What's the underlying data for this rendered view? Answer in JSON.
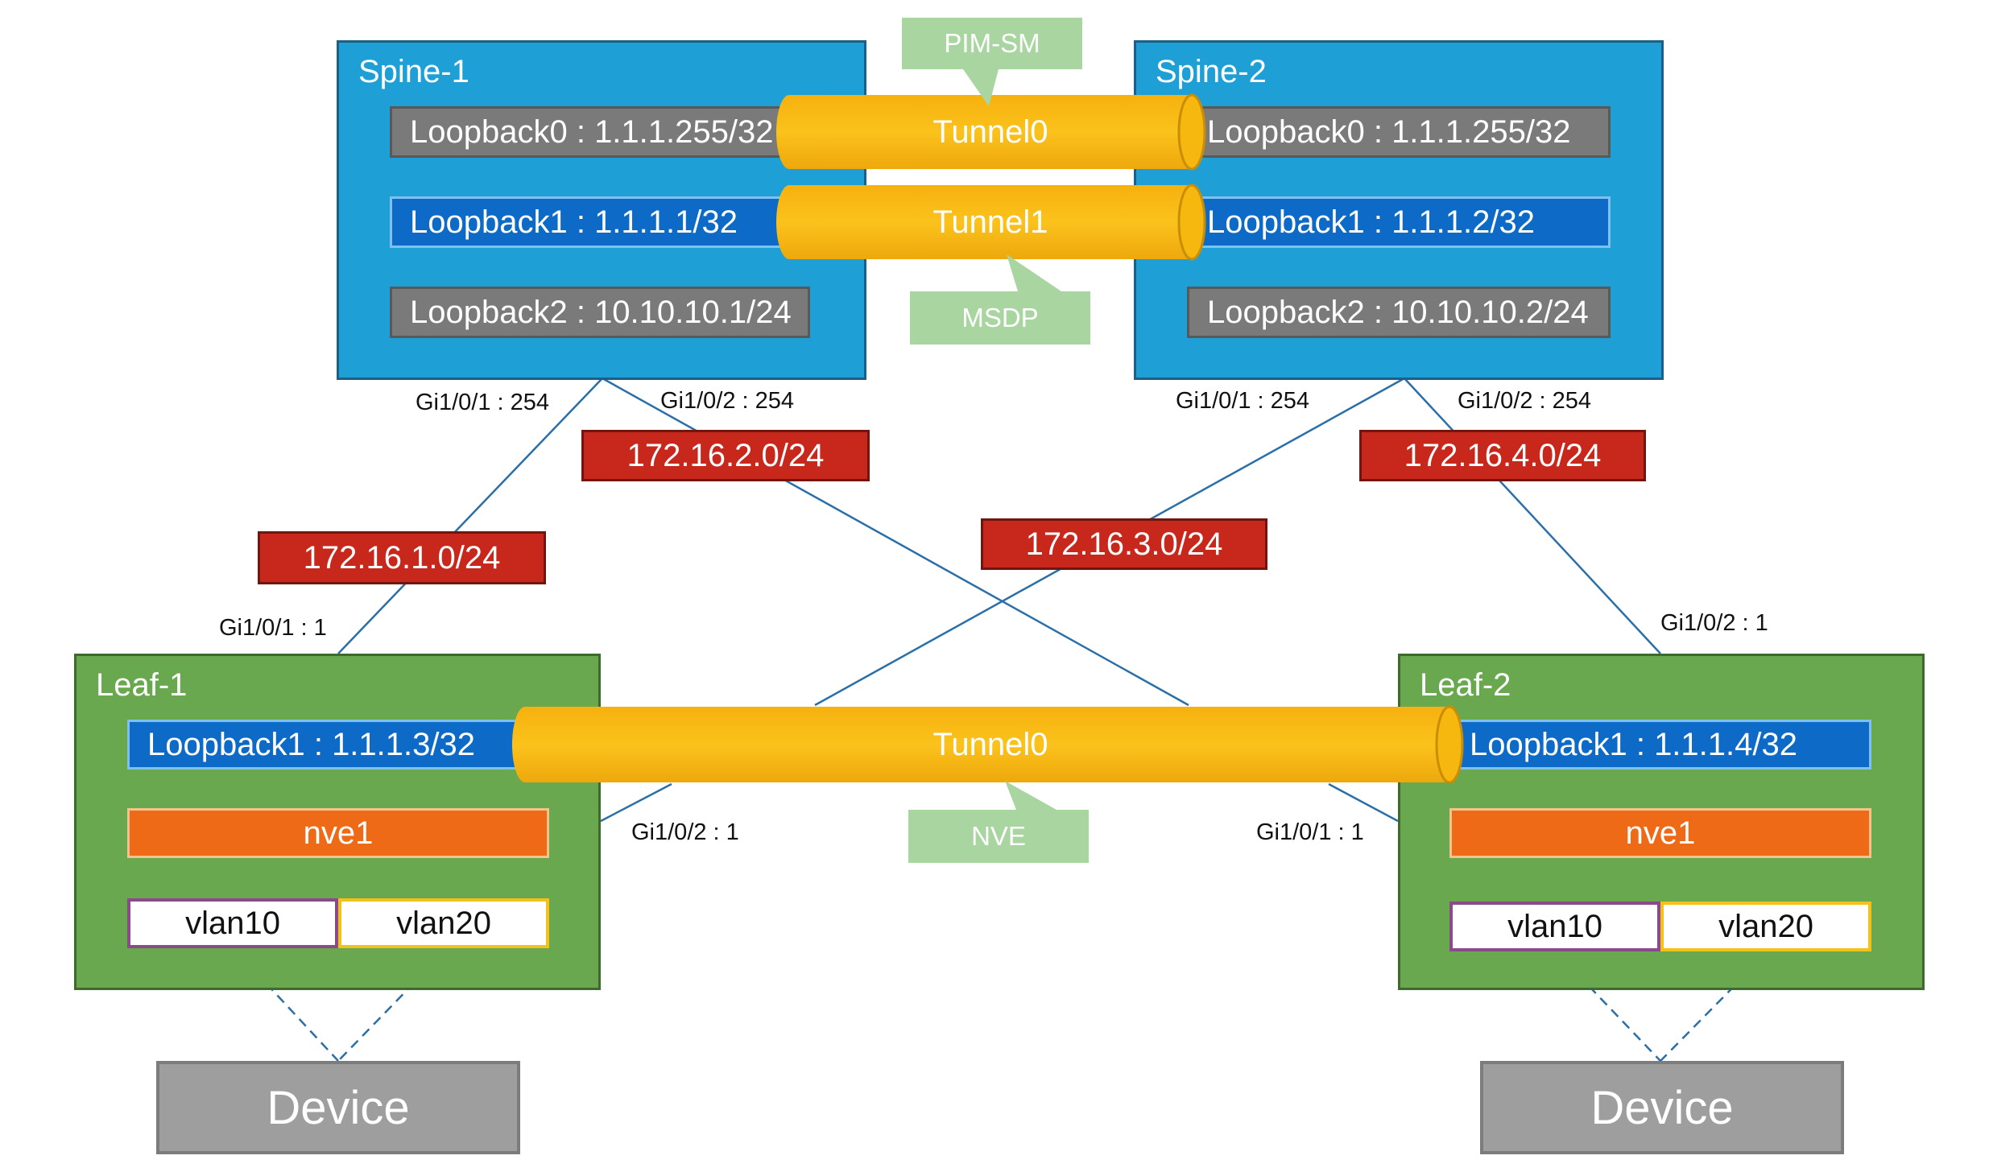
{
  "spine1": {
    "title": "Spine-1",
    "lo0": "Loopback0 : 1.1.1.255/32",
    "lo1": "Loopback1 : 1.1.1.1/32",
    "lo2": "Loopback2 : 10.10.10.1/24",
    "port_left": "Gi1/0/1 : 254",
    "port_right": "Gi1/0/2 : 254"
  },
  "spine2": {
    "title": "Spine-2",
    "lo0": "Loopback0 : 1.1.1.255/32",
    "lo1": "Loopback1 : 1.1.1.2/32",
    "lo2": "Loopback2 : 10.10.10.2/24",
    "port_left": "Gi1/0/1 : 254",
    "port_right": "Gi1/0/2 : 254"
  },
  "leaf1": {
    "title": "Leaf-1",
    "lo1": "Loopback1 : 1.1.1.3/32",
    "nve": "nve1",
    "vlan_a": "vlan10",
    "vlan_b": "vlan20",
    "port_up": "Gi1/0/1 : 1",
    "port_cross": "Gi1/0/2 : 1"
  },
  "leaf2": {
    "title": "Leaf-2",
    "lo1": "Loopback1 : 1.1.1.4/32",
    "nve": "nve1",
    "vlan_a": "vlan10",
    "vlan_b": "vlan20",
    "port_up": "Gi1/0/2 : 1",
    "port_cross": "Gi1/0/1 : 1"
  },
  "subnets": {
    "s1": "172.16.1.0/24",
    "s2": "172.16.2.0/24",
    "s3": "172.16.3.0/24",
    "s4": "172.16.4.0/24"
  },
  "tunnels": {
    "spine_t0": "Tunnel0",
    "spine_t1": "Tunnel1",
    "leaf_t0": "Tunnel0"
  },
  "callouts": {
    "pim": "PIM-SM",
    "msdp": "MSDP",
    "nve": "NVE"
  },
  "devices": {
    "left": "Device",
    "right": "Device"
  },
  "colors": {
    "spine": "#1ea0d6",
    "leaf": "#6aa84f",
    "loopback_gray": "#7a7a7a",
    "loopback_blue": "#0d6bc7",
    "subnet": "#c8281c",
    "nve": "#ef6a16",
    "tunnel": "#fbbf14",
    "callout": "#a9d5a0",
    "device": "#9e9e9e",
    "link": "#2a6fa8"
  }
}
